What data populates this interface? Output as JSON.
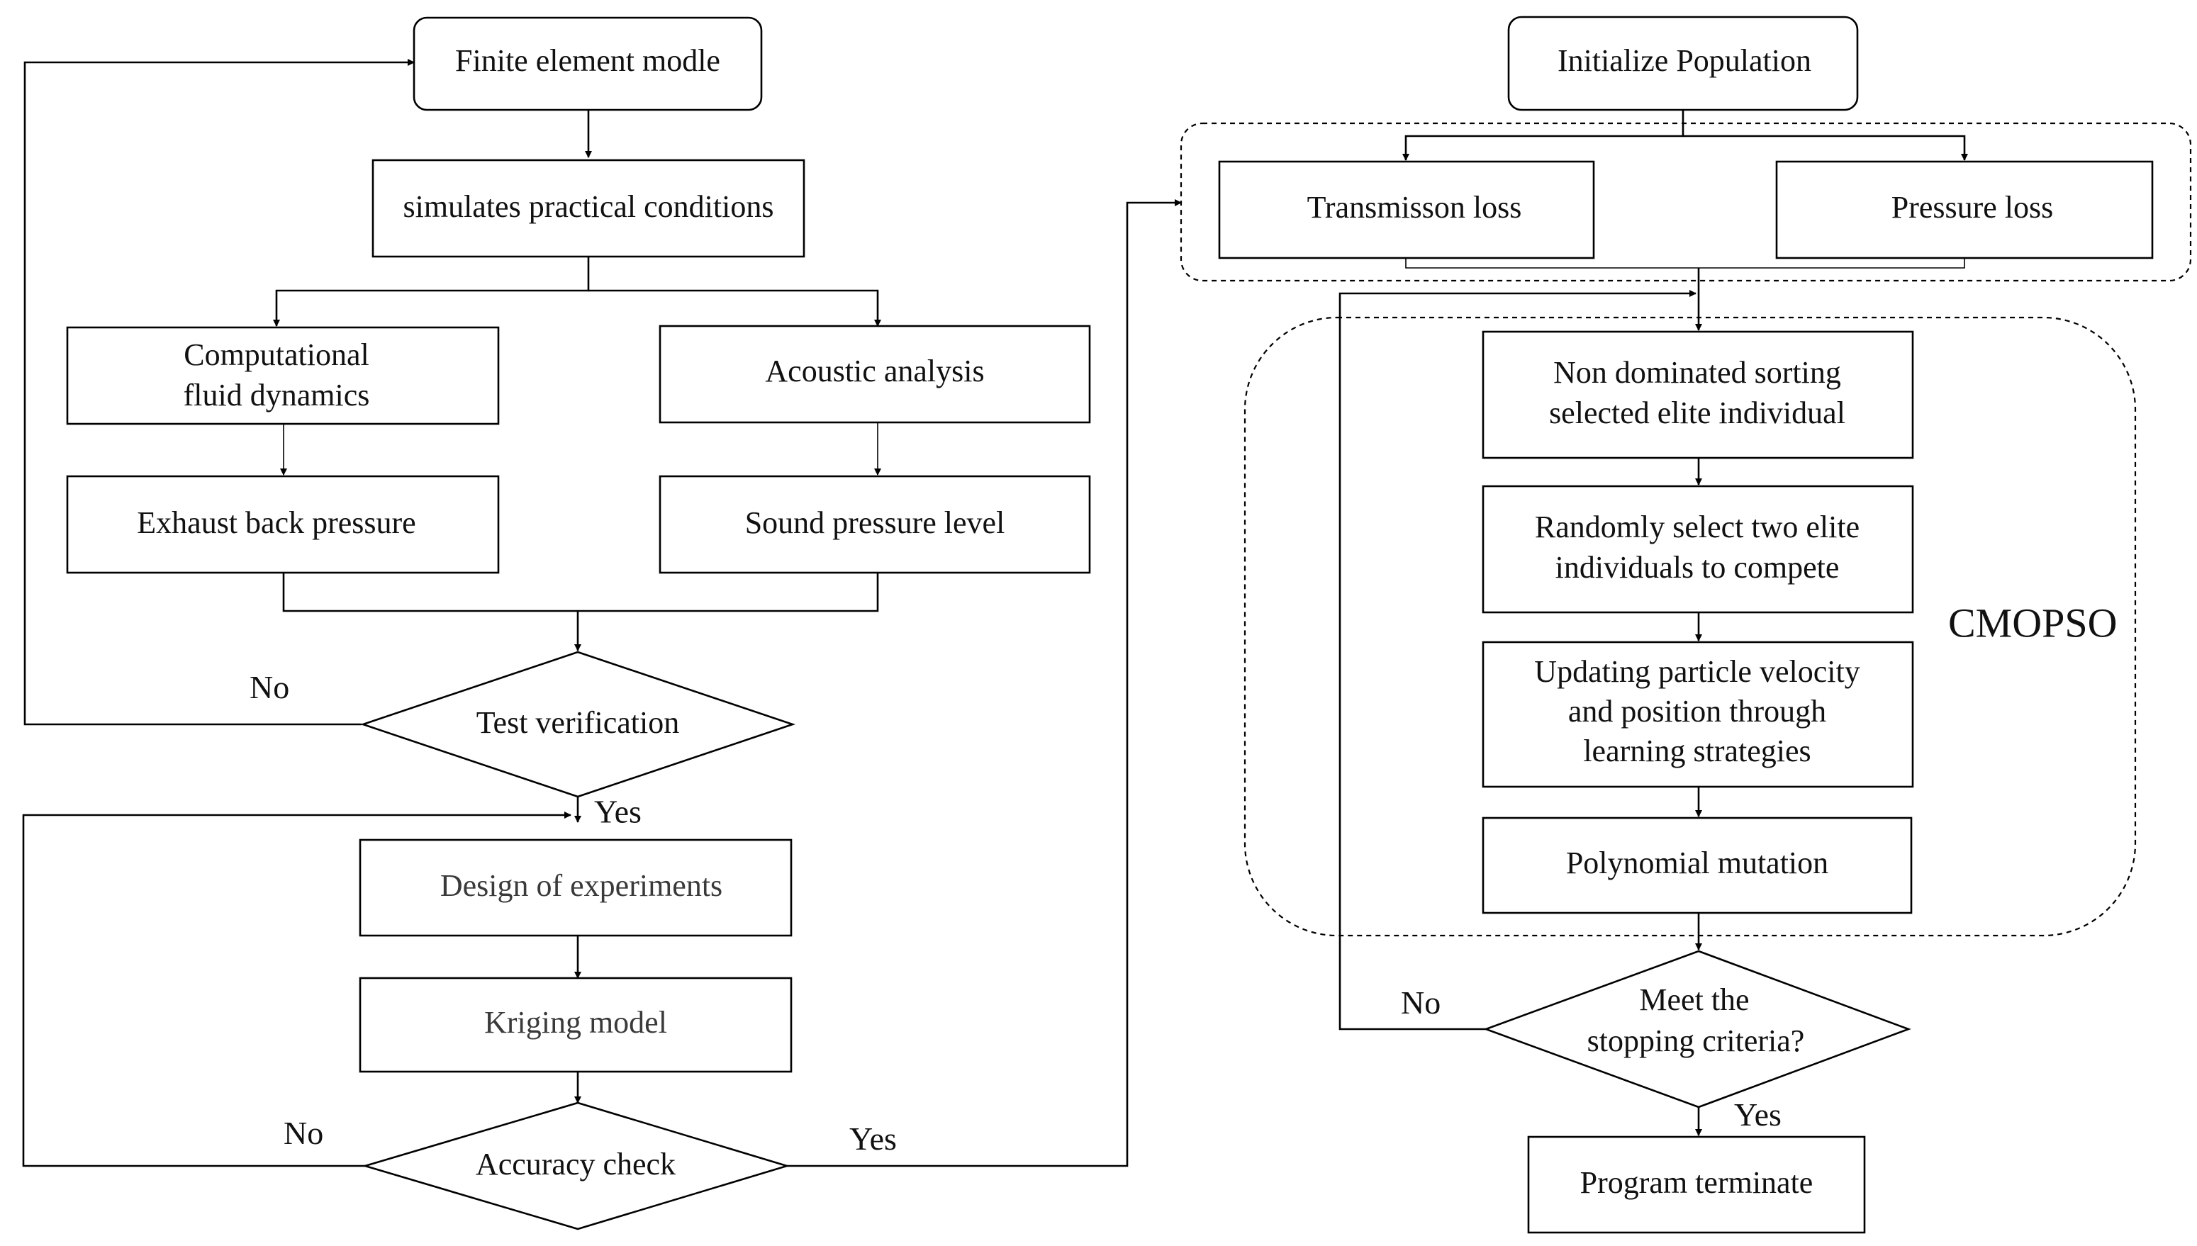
{
  "nodes": {
    "finite_element_model": "Finite element modle",
    "simulates_conditions": "simulates practical conditions",
    "cfd_line1": "Computational",
    "cfd_line2": "fluid dynamics",
    "acoustic_analysis": "Acoustic analysis",
    "exhaust_back_pressure": "Exhaust back pressure",
    "sound_pressure_level": "Sound pressure level",
    "test_verification": "Test verification",
    "design_of_experiments": "Design of experiments",
    "kriging_model": "Kriging model",
    "accuracy_check": "Accuracy check",
    "initialize_population": "Initialize Population",
    "transmission_loss": "Transmisson loss",
    "pressure_loss": "Pressure loss",
    "non_dominated_line1": "Non dominated sorting",
    "non_dominated_line2": "selected elite individual",
    "random_select_line1": "Randomly select two elite",
    "random_select_line2": "individuals to compete",
    "updating_line1": "Updating particle velocity",
    "updating_line2": "and position through",
    "updating_line3": "learning strategies",
    "polynomial_mutation": "Polynomial mutation",
    "stopping_line1": "Meet the",
    "stopping_line2": "stopping criteria?",
    "program_terminate": "Program terminate"
  },
  "group_labels": {
    "cmopso": "CMOPSO"
  },
  "edge_labels": {
    "test_no": "No",
    "test_yes": "Yes",
    "accuracy_no": "No",
    "accuracy_yes": "Yes",
    "stopping_no": "No",
    "stopping_yes": "Yes"
  }
}
